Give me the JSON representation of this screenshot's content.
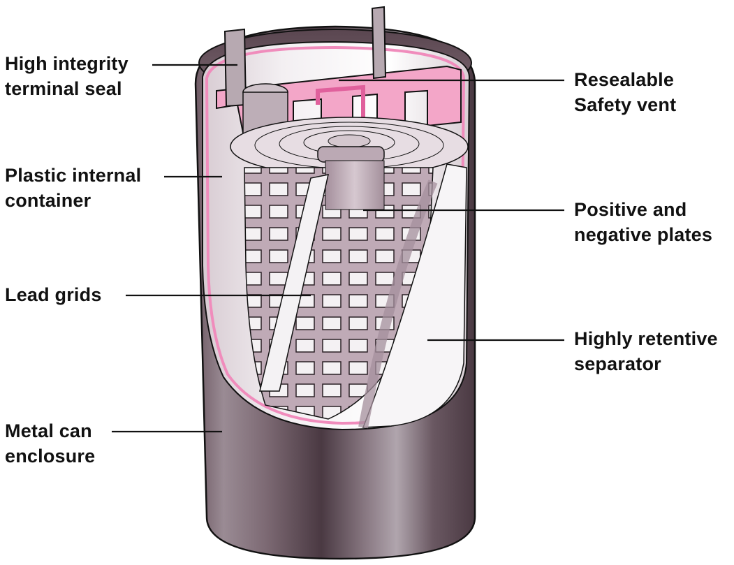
{
  "diagram": {
    "subject": "Cutaway of sealed cylindrical lead-acid battery cell",
    "colors": {
      "can": "#5a4650",
      "can_highlight": "#a698a2",
      "seal_pink": "#f08cbc",
      "plates": "#c9b9c3",
      "separator": "#f4f2f4",
      "leader": "#111111"
    },
    "labels": [
      {
        "id": "terminal-seal",
        "side": "left",
        "lines": [
          "High integrity",
          "terminal seal"
        ]
      },
      {
        "id": "plastic-container",
        "side": "left",
        "lines": [
          "Plastic internal",
          "container"
        ]
      },
      {
        "id": "lead-grids",
        "side": "left",
        "lines": [
          "Lead grids"
        ]
      },
      {
        "id": "metal-can",
        "side": "left",
        "lines": [
          "Metal can",
          "enclosure"
        ]
      },
      {
        "id": "safety-vent",
        "side": "right",
        "lines": [
          "Resealable",
          "Safety vent"
        ]
      },
      {
        "id": "plates",
        "side": "right",
        "lines": [
          "Positive and",
          "negative plates"
        ]
      },
      {
        "id": "separator",
        "side": "right",
        "lines": [
          "Highly retentive",
          "separator"
        ]
      }
    ]
  }
}
